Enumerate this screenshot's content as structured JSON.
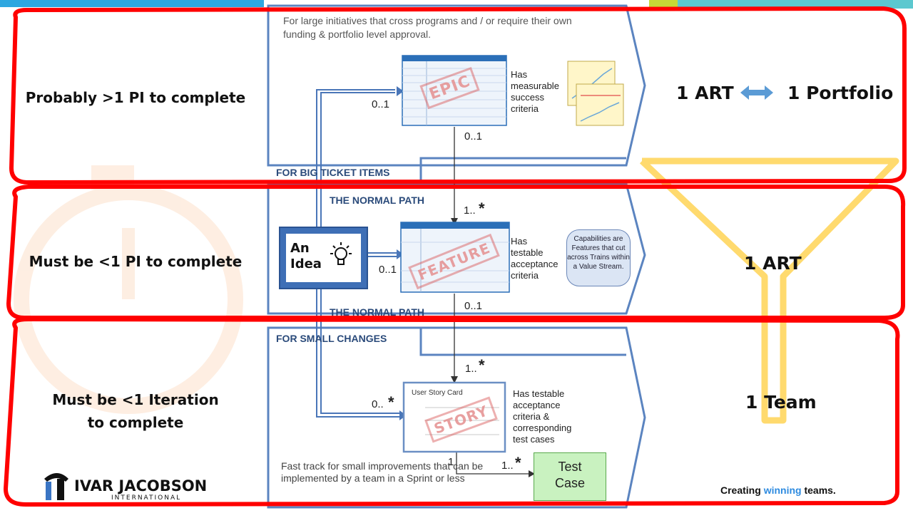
{
  "rows": [
    {
      "label": "Probably >1 PI to complete"
    },
    {
      "label": "Must be <1 PI to complete"
    },
    {
      "label_line1": "Must be <1 Iteration",
      "label_line2": "to complete"
    }
  ],
  "right_labels": {
    "art": "1 ART",
    "portfolio": "1 Portfolio",
    "mid_art": "1 ART",
    "team": "1 Team"
  },
  "notes": {
    "large_initiatives": "For large initiatives that cross programs and / or require their own funding & portfolio level approval.",
    "fast_track": "Fast track for small improvements that can be implemented by a team in a Sprint or less"
  },
  "path_labels": {
    "big_ticket": "FOR BIG TICKET ITEMS",
    "normal_path_1": "THE NORMAL PATH",
    "normal_path_2": "THE NORMAL PATH",
    "small_changes": "FOR SMALL CHANGES"
  },
  "epic": {
    "stamp": "EPIC",
    "desc_lines": [
      "Has",
      "measurable",
      "success",
      "criteria"
    ]
  },
  "feature": {
    "stamp": "FEATURE",
    "desc_lines": [
      "Has",
      "testable",
      "acceptance",
      "criteria"
    ]
  },
  "story": {
    "card_title": "User Story Card",
    "stamp": "STORY",
    "desc_lines": [
      "Has testable",
      "acceptance",
      "criteria &",
      "corresponding",
      "test cases"
    ]
  },
  "idea": {
    "line1": "An",
    "line2": "Idea"
  },
  "callout": "Capabilities are Features that cut across Trains within a Value Stream.",
  "multiplicities": {
    "epic_in": "0..1",
    "epic_out": "0..1",
    "feature_in_top": "1..",
    "feature_in_left": "0..1",
    "feature_out": "0..1",
    "story_in_top": "1..",
    "story_in_left": "0..",
    "story_out": "1",
    "testcase_in": "1..",
    "star": "*"
  },
  "test_case": {
    "line1": "Test",
    "line2": "Case"
  },
  "logo": {
    "name": "IVAR JACOBSON",
    "sub": "INTERNATIONAL"
  },
  "tagline": {
    "prefix": "Creating ",
    "highlight": "winning",
    "suffix": " teams."
  },
  "colors": {
    "highlight_red": "#ff0000",
    "arrow_blue": "#4a76b8",
    "funnel_yellow": "#ffd866",
    "testcase_green": "#c9f2c0",
    "tagline_blue": "#2e8be0"
  }
}
